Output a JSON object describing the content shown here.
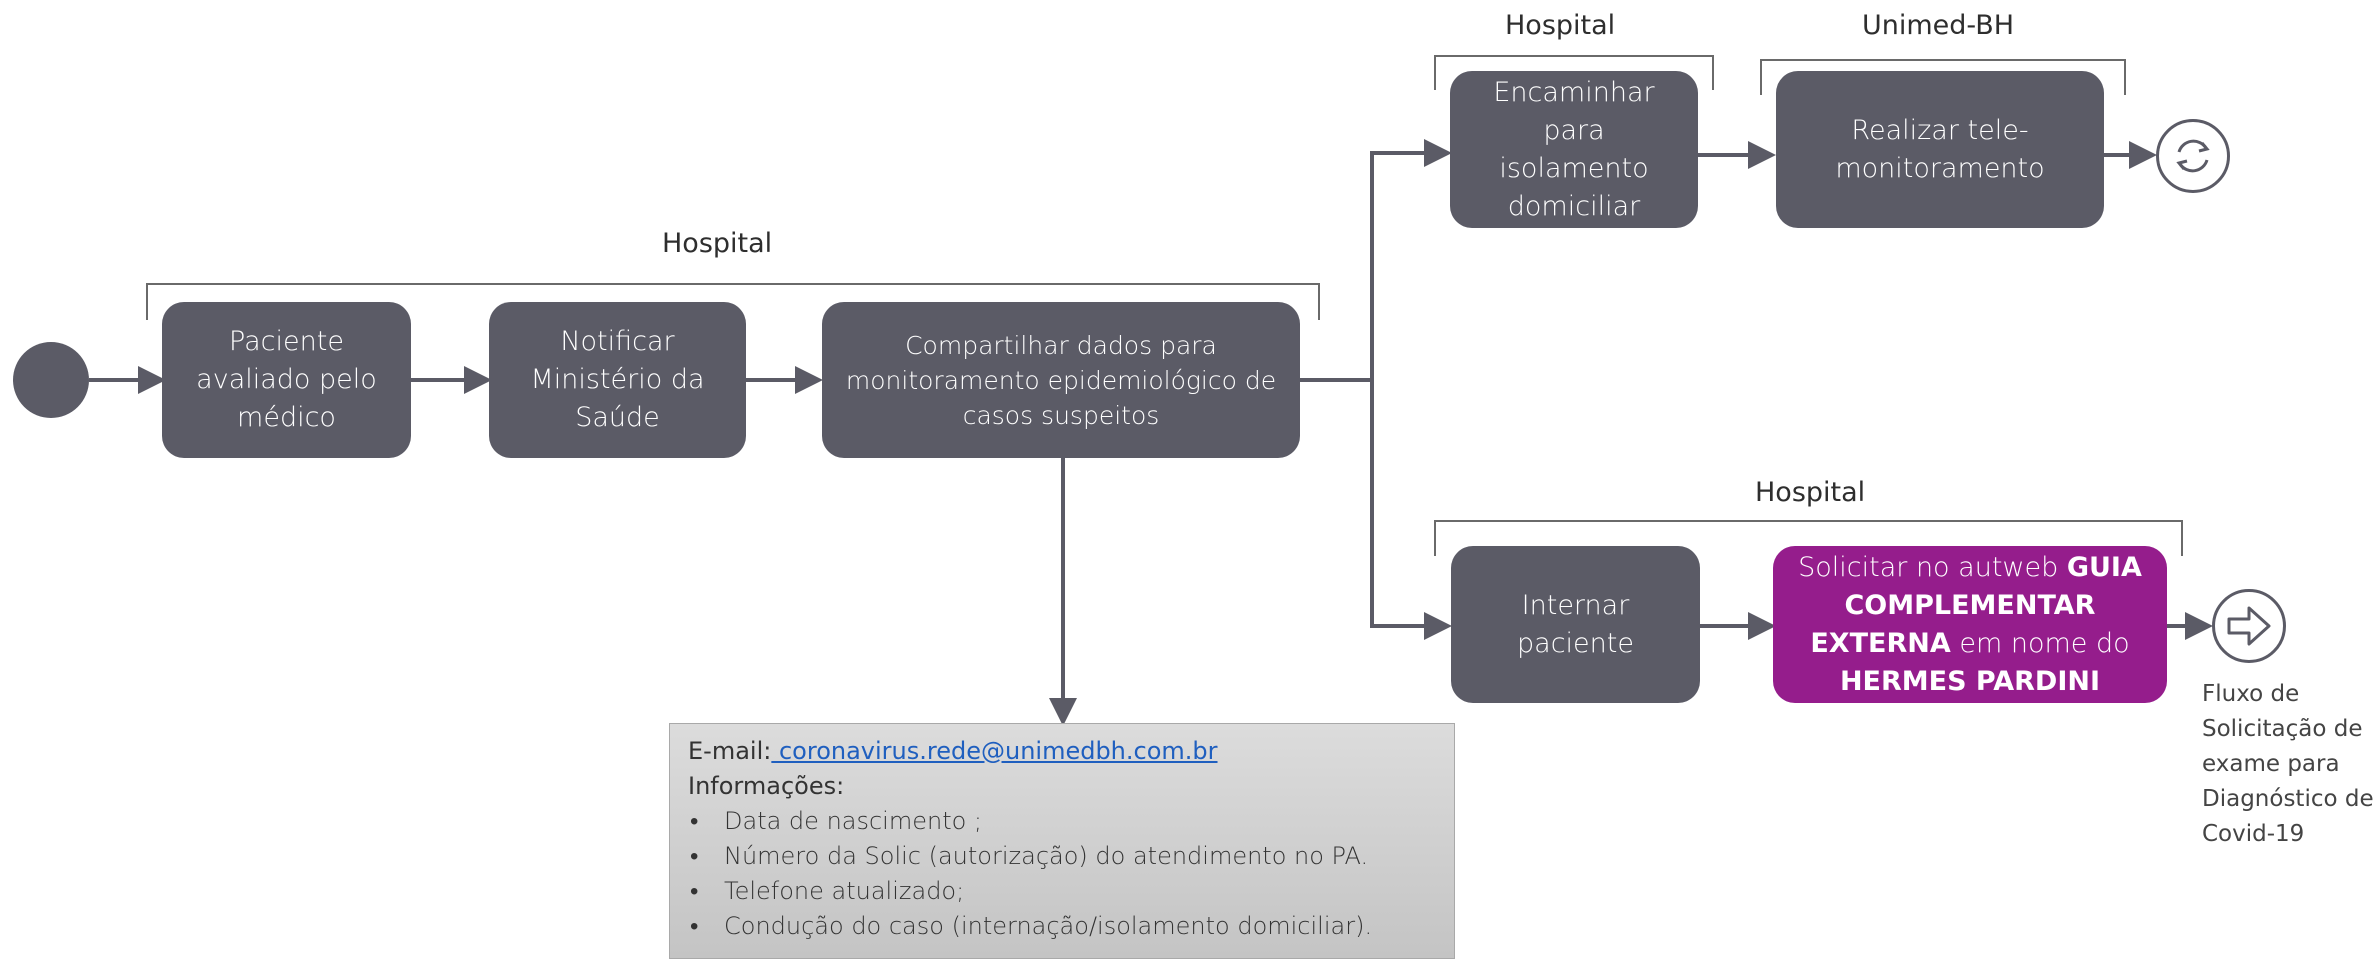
{
  "lanes": {
    "hospital_main": "Hospital",
    "hospital_top": "Hospital",
    "unimed": "Unimed-BH",
    "hospital_bottom": "Hospital"
  },
  "steps": {
    "paciente": [
      "Paciente",
      "avaliado pelo",
      "médico"
    ],
    "notificar": [
      "Notificar",
      "Ministério da",
      "Saúde"
    ],
    "compartilhar": [
      "Compartilhar dados para",
      "monitoramento epidemiológico de",
      "casos suspeitos"
    ],
    "encaminhar": [
      "Encaminhar",
      "para",
      "isolamento",
      "domiciliar"
    ],
    "realizar": [
      "Realizar tele-",
      "monitoramento"
    ],
    "internar": [
      "Internar",
      "paciente"
    ],
    "solicitar": {
      "l1_normal": "Solicitar no autweb ",
      "l1_bold": "GUIA",
      "l2_bold": "COMPLEMENTAR",
      "l3_bold": "EXTERNA",
      "l3_normal": " em nome do",
      "l4_bold": "HERMES PARDINI"
    }
  },
  "info": {
    "email_label": "E-mail:",
    "email": " coronavirus.rede@unimedbh.com.br",
    "heading": "Informações:",
    "items": [
      "Data de nascimento ;",
      "Número da Solic (autorização) do atendimento no PA.",
      "Telefone atualizado;",
      "Condução do caso (internação/isolamento domiciliar)."
    ]
  },
  "caption": [
    "Fluxo de",
    "Solicitação de",
    "exame para",
    "Diagnóstico de",
    "Covid-19"
  ],
  "colors": {
    "box": "#5b5b66",
    "highlight": "#951d8c",
    "line": "#5b5b66",
    "link": "#1f5fbf"
  },
  "icons": {
    "loop": "refresh-icon",
    "next": "arrow-right-icon"
  }
}
